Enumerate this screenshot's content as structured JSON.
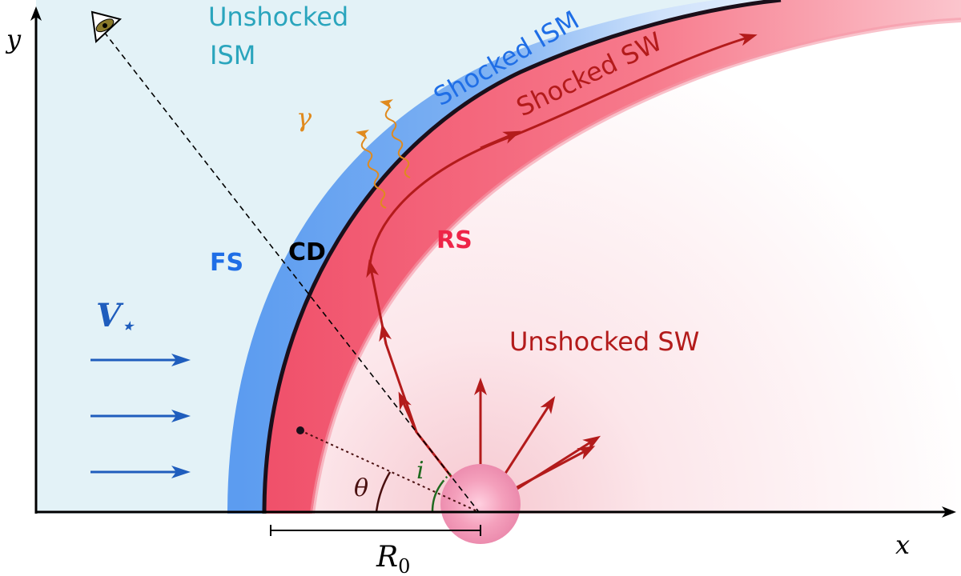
{
  "labels": {
    "y_axis": "y",
    "x_axis": "x",
    "unshocked_ism_line1": "Unshocked",
    "unshocked_ism_line2": "ISM",
    "shocked_ism": "Shocked ISM",
    "shocked_sw": "Shocked SW",
    "unshocked_sw": "Unshocked SW",
    "gamma": "γ",
    "fs": "FS",
    "cd": "CD",
    "rs": "RS",
    "v_star_main": "V",
    "v_star_sub": "⋆",
    "theta": "θ",
    "inclination": "i",
    "r0_main": "R",
    "r0_sub": "0"
  },
  "colors": {
    "unshocked_ism_bg": "#e3f2f7",
    "shocked_ism_band": "#5f9cef",
    "shocked_sw_band": "#f25a72",
    "contact_discontinuity": "#1a0f1a",
    "stellar_wind_arrows": "#b31b1b",
    "star_motion_arrows": "#1f5dbd",
    "photon_color": "#e08a1e",
    "fs_text": "#1f6ee6",
    "rs_text": "#ee2448",
    "unshocked_ism_text": "#2aa5bd",
    "shocked_ism_text": "#1f6ee6",
    "shocked_sw_text": "#b31b1b",
    "inclination_color": "#1f6a1f",
    "theta_color": "#4a1010"
  },
  "icons": {
    "observer": "eye-icon",
    "star": "star-icon"
  }
}
